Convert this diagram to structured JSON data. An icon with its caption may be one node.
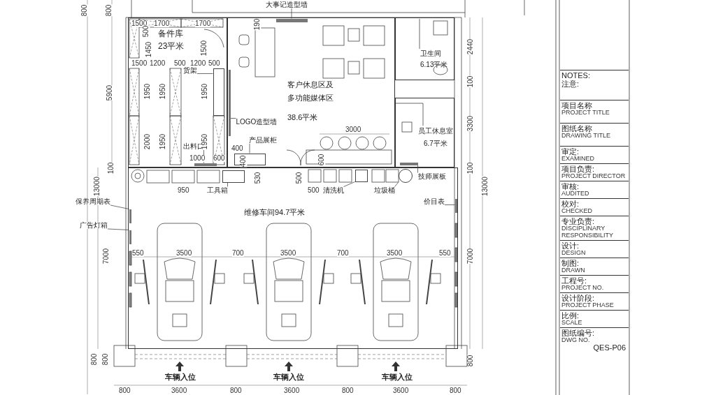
{
  "diagram": {
    "nodes": [
      {
        "text": [
          "备件库",
          "23平米"
        ]
      },
      {
        "text": [
          "客户休息区及多功能媒体区",
          "38.6平米"
        ]
      },
      {
        "text": [
          "卫生间",
          "6.13平米"
        ]
      },
      {
        "text": [
          "员工休息室",
          "6.7平米"
        ]
      },
      {
        "text": [
          "维修车间94.7平米"
        ]
      },
      {
        "text": [
          "大事记造型墙"
        ]
      },
      {
        "text": [
          "货架"
        ],
        "in": 0
      },
      {
        "text": [
          "LOGO造型墙"
        ],
        "in": 1
      },
      {
        "text": [
          "出料口"
        ],
        "in": 0
      },
      {
        "text": [
          "产品展柜"
        ],
        "in": 1
      },
      {
        "text": [
          "工具箱"
        ],
        "in": 4
      },
      {
        "text": [
          "清洗机"
        ],
        "in": 4
      },
      {
        "text": [
          "垃圾桶"
        ],
        "in": 4
      },
      {
        "text": [
          "技师展板"
        ],
        "in": 4
      },
      {
        "text": [
          "保养周期表"
        ]
      },
      {
        "text": [
          "广告灯箱"
        ]
      },
      {
        "text": [
          "价目表"
        ],
        "in": 4
      },
      {
        "text": [],
        "shape": "bar",
        "in": 1
      },
      {
        "text": [],
        "shape": "box",
        "in": 0
      },
      {
        "text": [],
        "shape": "bar",
        "in": 1
      },
      {
        "text": [],
        "shape": "bar",
        "in": 0
      },
      {
        "text": [],
        "shape": "box",
        "in": 1
      },
      {
        "text": [],
        "shape": "box",
        "in": 4
      },
      {
        "text": [],
        "shape": "box",
        "in": 4
      },
      {
        "text": [],
        "shape": "circle",
        "in": 4
      },
      {
        "text": [],
        "shape": "bar",
        "in": 3
      },
      {
        "text": [],
        "shape": "bar",
        "in": 4
      },
      {
        "text": [],
        "shape": "bar",
        "in": 4
      },
      {
        "text": [],
        "shape": "bar",
        "in": 4
      }
    ],
    "edges": [
      {
        "from": 5,
        "to": 17,
        "arrow": "none"
      },
      {
        "from": 6,
        "to": 18,
        "arrow": "none"
      },
      {
        "from": 7,
        "to": 19,
        "arrow": "none"
      },
      {
        "from": 8,
        "to": 20,
        "arrow": "none"
      },
      {
        "from": 9,
        "to": 21,
        "arrow": "none"
      },
      {
        "from": 10,
        "to": 22,
        "arrow": "none"
      },
      {
        "from": 11,
        "to": 23,
        "arrow": "none"
      },
      {
        "from": 12,
        "to": 24,
        "arrow": "none"
      },
      {
        "from": 13,
        "to": 25,
        "arrow": "none"
      },
      {
        "from": 14,
        "to": 26,
        "arrow": "none"
      },
      {
        "from": 15,
        "to": 27,
        "arrow": "none"
      },
      {
        "from": 16,
        "to": 28,
        "arrow": "none"
      }
    ],
    "labels": [
      "800",
      "800",
      "5900",
      "100",
      "13000",
      "7000",
      "800",
      "800",
      "1500",
      "500",
      "1700",
      "1700",
      "190",
      "1450",
      "1500",
      "1500",
      "1200",
      "500",
      "1200",
      "500",
      "1950",
      "1950",
      "1950",
      "2000",
      "1950",
      "1950",
      "1000",
      "600",
      "400",
      "400",
      "530",
      "950",
      "3000",
      "600",
      "500",
      "500",
      "2440",
      "100",
      "3300",
      "100",
      "13000",
      "7000",
      "800",
      "550",
      "3500",
      "700",
      "3500",
      "700",
      "3500",
      "550",
      "车辆入位",
      "车辆入位",
      "车辆入位",
      "800",
      "3600",
      "800",
      "3600",
      "800",
      "3600",
      "800",
      "NOTES:",
      "注意:",
      "项目名称",
      "PROJECT TITLE",
      "图纸名称",
      "DRAWING TITLE",
      "审定:",
      "EXAMINED",
      "项目负责:",
      "PROJECT DIRECTOR",
      "审核:",
      "AUDITED",
      "校对:",
      "CHECKED",
      "专业负责:",
      "DISCIPLINARY RESPONSIBILITY",
      "设计:",
      "DESIGN",
      "制图:",
      "DRAWN",
      "工程号:",
      "PROJECT NO.",
      "设计阶段:",
      "PROJECT PHASE",
      "比例:",
      "SCALE",
      "图纸编号:",
      "DWG NO.",
      "QES-P06"
    ]
  }
}
